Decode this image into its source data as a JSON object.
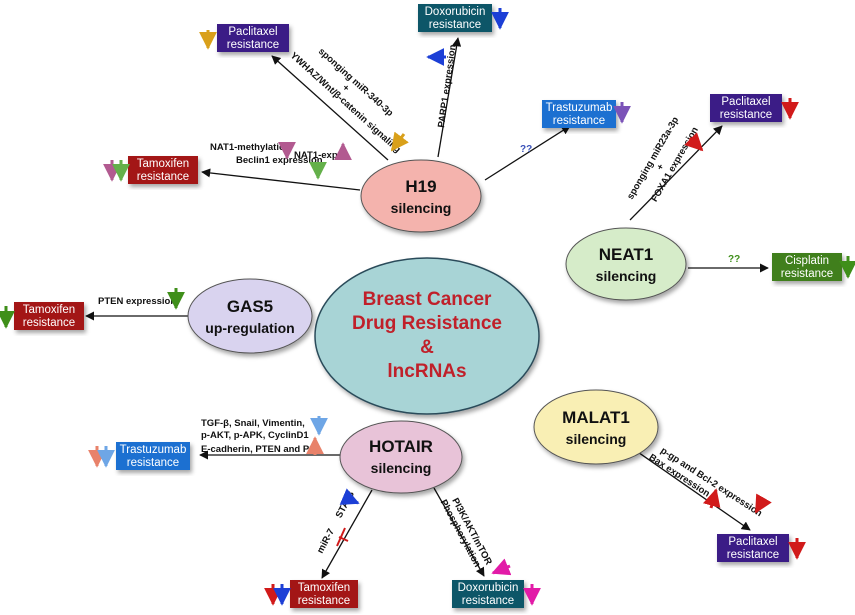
{
  "center": {
    "line1": "Breast Cancer",
    "line2": "Drug Resistance",
    "line3": "&",
    "line4": "lncRNAs"
  },
  "nodes": {
    "h19": {
      "title": "H19",
      "sub": "silencing"
    },
    "neat1": {
      "title": "NEAT1",
      "sub": "silencing"
    },
    "gas5": {
      "title": "GAS5",
      "sub": "up-regulation"
    },
    "malat1": {
      "title": "MALAT1",
      "sub": "silencing"
    },
    "hotair": {
      "title": "HOTAIR",
      "sub": "silencing"
    }
  },
  "boxes": {
    "h19_paclitaxel": {
      "line1": "Paclitaxel",
      "line2": "resistance"
    },
    "h19_doxorubicin": {
      "line1": "Doxorubicin",
      "line2": "resistance"
    },
    "h19_trastuzumab": {
      "line1": "Trastuzumab",
      "line2": "resistance"
    },
    "h19_tamoxifen": {
      "line1": "Tamoxifen",
      "line2": "resistance"
    },
    "neat1_paclitaxel": {
      "line1": "Paclitaxel",
      "line2": "resistance"
    },
    "neat1_cisplatin": {
      "line1": "Cisplatin",
      "line2": "resistance"
    },
    "gas5_tamoxifen": {
      "line1": "Tamoxifen",
      "line2": "resistance"
    },
    "hotair_trastuzumab": {
      "line1": "Trastuzumab",
      "line2": "resistance"
    },
    "hotair_tamoxifen": {
      "line1": "Tamoxifen",
      "line2": "resistance"
    },
    "hotair_doxorubicin": {
      "line1": "Doxorubicin",
      "line2": "resistance"
    },
    "malat1_paclitaxel": {
      "line1": "Paclitaxel",
      "line2": "resistance"
    }
  },
  "labels": {
    "h19_sponging_1": "sponging miR-340-3p",
    "h19_sponging_2": "+",
    "h19_sponging_3": "YWHAZ/Wnt/β-catenin signaling",
    "h19_parp1": "PARP1 expression",
    "h19_trastuzumab_qq": "??",
    "h19_nat1_methylation": "NAT1-methylation",
    "h19_nat1_expr": "NAT1-expr",
    "h19_beclin1": "Beclin1 expression",
    "neat1_sponging_1": "sponging miR23a-3p",
    "neat1_sponging_2": "+",
    "neat1_sponging_3": "FOXA1 expression",
    "neat1_cisplatin_qq": "??",
    "gas5_pten": "PTEN expression",
    "hotair_tgf_1": "TGF-β, Snail, Vimentin,",
    "hotair_tgf_2": "p-AKT, p-APK, CyclinD1",
    "hotair_ecadherin": "E-cadherin, PTEN and P27",
    "hotair_mir7": "miR-7",
    "hotair_stat3": "STAT3",
    "hotair_pi3k_1": "PI3K/AKT/mTOR",
    "hotair_pi3k_2": "Phosphorylation",
    "malat1_pgp": "p-gp and Bcl-2 expression",
    "malat1_bax": "Bax expression"
  },
  "colors": {
    "center_fill": "#a8d4d6",
    "h19_fill": "#f4b3ad",
    "neat1_fill": "#d6ecc9",
    "gas5_fill": "#d9d3ef",
    "malat1_fill": "#f9efb4",
    "hotair_fill": "#e8c3d8",
    "purple_box": "#3a1f86",
    "teal_box": "#0c5667",
    "blue_box": "#1f6fd1",
    "red_box": "#a31616",
    "green_box": "#3f7f1a"
  }
}
